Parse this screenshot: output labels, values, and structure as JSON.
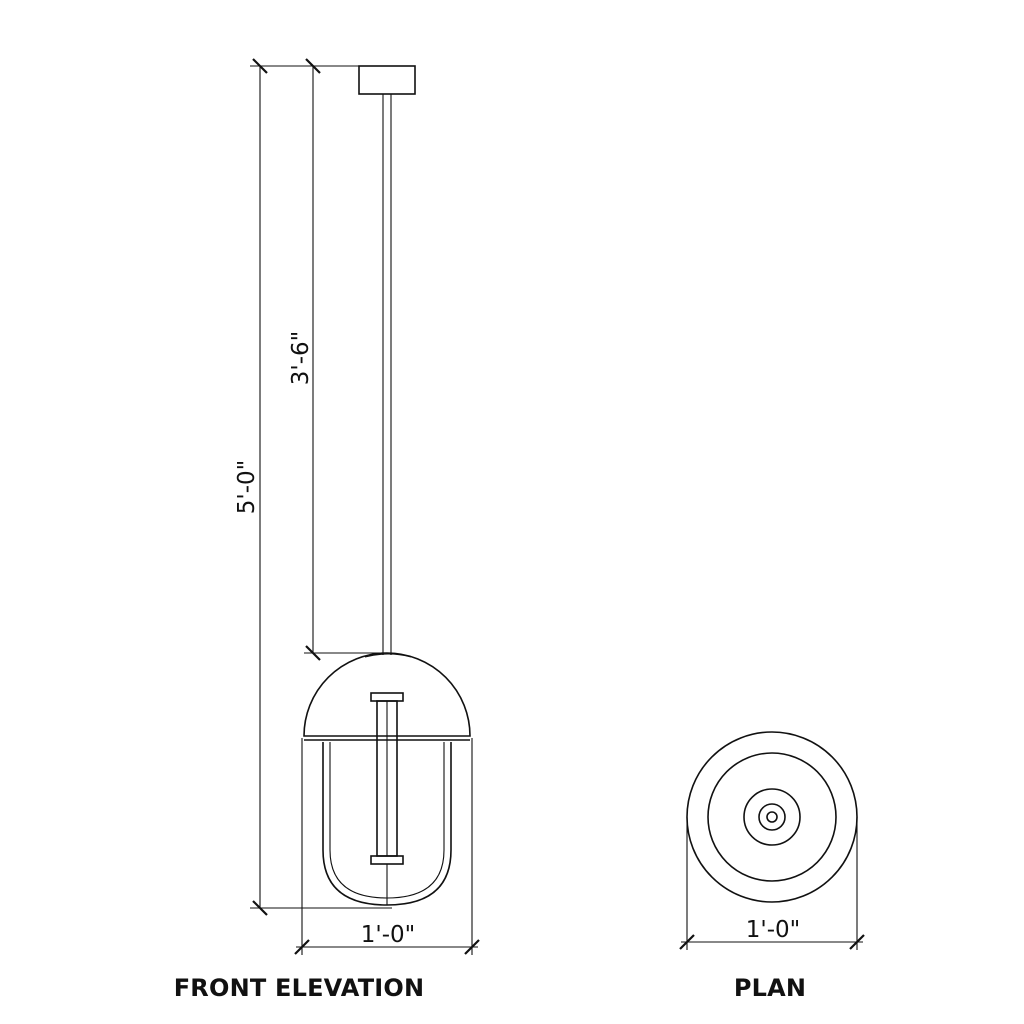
{
  "dimensions": {
    "overall_height": "5'-0\"",
    "drop_height": "3'-6\"",
    "elevation_width": "1'-0\"",
    "plan_width": "1'-0\""
  },
  "titles": {
    "front": "FRONT ELEVATION",
    "plan": "PLAN"
  }
}
